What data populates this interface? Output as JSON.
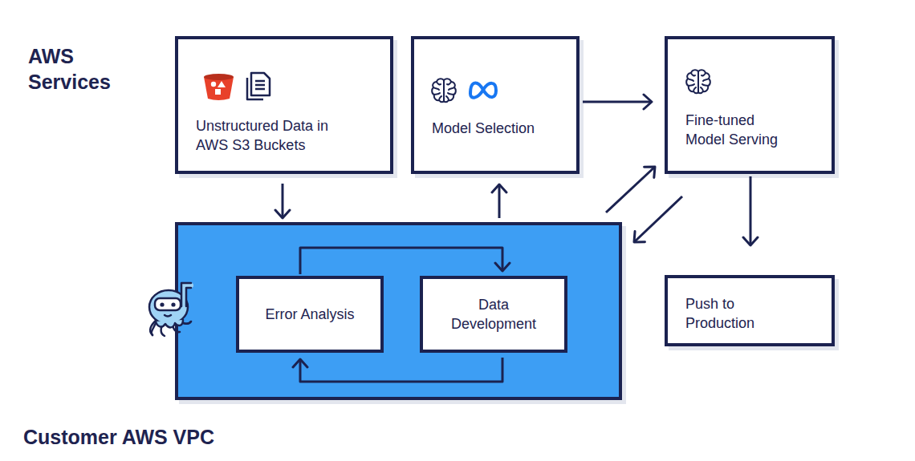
{
  "diagram": {
    "nodes": [
      {
        "text": [
          "Unstructured Data in AWS S3 Buckets"
        ]
      },
      {
        "text": [
          "Model Selection"
        ]
      },
      {
        "text": [
          "Fine-tuned Model Serving"
        ]
      },
      {
        "text": [
          "Customer AWS VPC"
        ]
      },
      {
        "text": [
          "Error Analysis"
        ],
        "in": 3
      },
      {
        "text": [
          "Data Development"
        ],
        "in": 3
      },
      {
        "text": [
          "Push to Production"
        ]
      }
    ],
    "edges": [
      {
        "from": 0,
        "to": 3,
        "arrow": "to"
      },
      {
        "from": 3,
        "to": 1,
        "arrow": "to"
      },
      {
        "from": 1,
        "to": 2,
        "arrow": "to"
      },
      {
        "from": 3,
        "to": 2,
        "arrow": "to"
      },
      {
        "from": 2,
        "to": 3,
        "arrow": "to"
      },
      {
        "from": 2,
        "to": 6,
        "arrow": "to"
      },
      {
        "from": 4,
        "to": 5,
        "arrow": "to"
      },
      {
        "from": 5,
        "to": 4,
        "arrow": "to"
      }
    ],
    "labels": [
      "AWS Services"
    ]
  }
}
